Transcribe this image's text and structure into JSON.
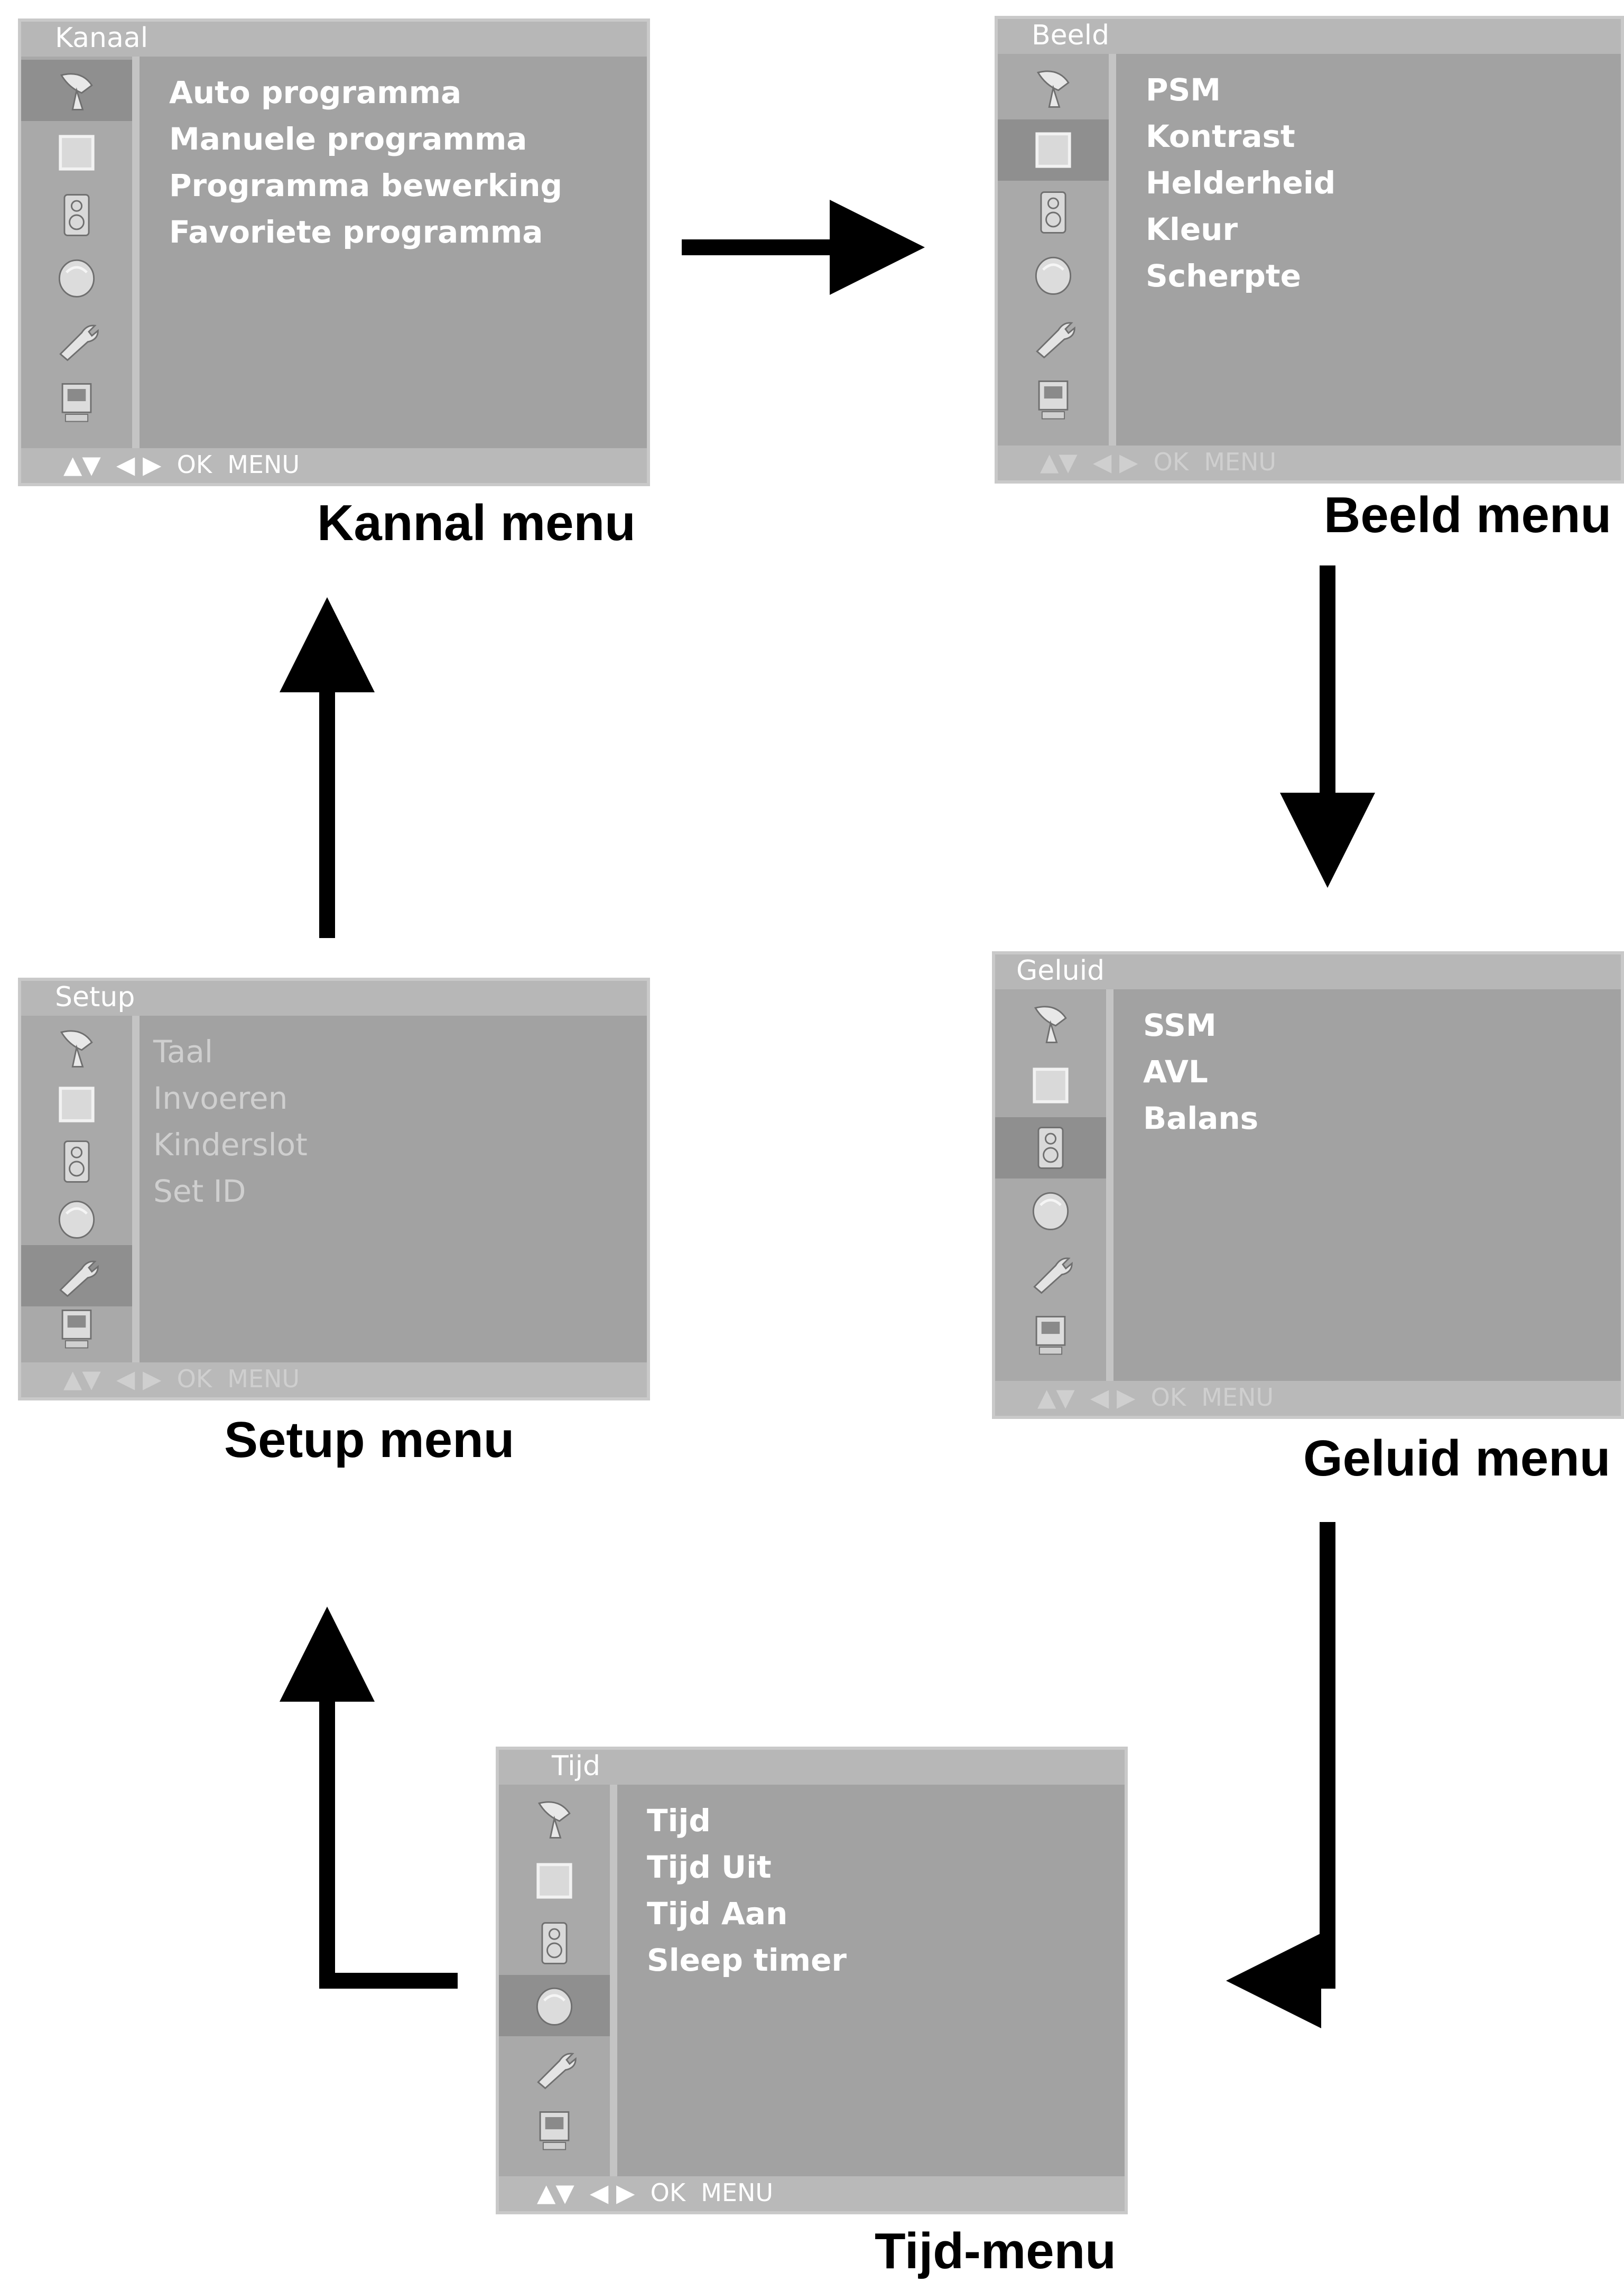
{
  "menus": {
    "kanaal": {
      "title": "Kanaal",
      "items": [
        "Auto programma",
        "Manuele programma",
        "Programma bewerking",
        "Favoriete programma"
      ],
      "footer": "▲▼  ◀ ▶  OK  MENU",
      "caption": "Kannal menu",
      "active_icon": "satellite-icon"
    },
    "beeld": {
      "title": "Beeld",
      "items": [
        "PSM",
        "Kontrast",
        "Helderheid",
        "Kleur",
        "Scherpte"
      ],
      "footer": "▲▼  ◀ ▶  OK  MENU",
      "caption": "Beeld menu",
      "active_icon": "picture-icon"
    },
    "geluid": {
      "title": "Geluid",
      "items": [
        "SSM",
        "AVL",
        "Balans"
      ],
      "footer": "▲▼  ◀ ▶  OK  MENU",
      "caption": "Geluid menu",
      "active_icon": "speaker-icon"
    },
    "setup": {
      "title": "Setup",
      "items": [
        "Taal",
        "Invoeren",
        "Kinderslot",
        "Set ID"
      ],
      "footer": "▲▼  ◀ ▶  OK  MENU",
      "caption": "Setup menu",
      "active_icon": "wrench-icon"
    },
    "tijd": {
      "title": "Tijd",
      "items": [
        "Tijd",
        "Tijd Uit",
        "Tijd Aan",
        "Sleep timer"
      ],
      "footer": "▲▼  ◀ ▶  OK  MENU",
      "caption": "Tijd-menu",
      "active_icon": "clock-icon"
    }
  },
  "colors": {
    "osd_background": "#a9a9a9",
    "osd_text": "#ffffff",
    "arrow": "#000000"
  }
}
